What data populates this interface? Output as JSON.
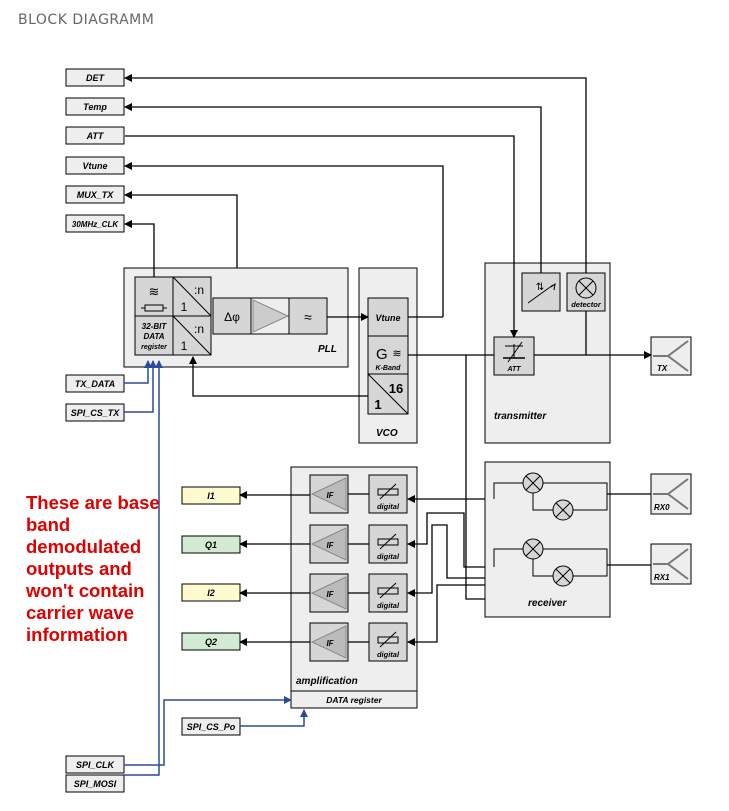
{
  "title": "BLOCK DIAGRAMM",
  "note": "These are base band demodulated outputs and won't contain carrier wave information",
  "colors": {
    "bus": "#2a4a9a",
    "box_fill": "#eeeeee",
    "inner_fill": "#d6d6d6",
    "triangle": "#bbbbbb",
    "out_yellow": "#fffbd1",
    "out_green": "#d3ecd1",
    "note": "#e00000"
  },
  "signals_left": {
    "det": "DET",
    "temp": "Temp",
    "att": "ATT",
    "vtune": "Vtune",
    "mux_tx": "MUX_TX",
    "clk": "30MHz_CLK",
    "tx_data": "TX_DATA",
    "spi_cs_tx": "SPI_CS_TX",
    "spi_cs_po": "SPI_CS_Po",
    "spi_clk": "SPI_CLK",
    "spi_mosi": "SPI_MOSI"
  },
  "outputs": {
    "i1": "I1",
    "q1": "Q1",
    "i2": "I2",
    "q2": "Q2"
  },
  "pll": {
    "label": "PLL",
    "register_line1": "32-BIT",
    "register_line2": "DATA",
    "register_line3": "register",
    "divider": ":n",
    "one": "1",
    "phase": "Δφ"
  },
  "vco": {
    "label": "VCO",
    "vtune": "Vtune",
    "g": "G",
    "kband": "K-Band",
    "div_num": "1",
    "div_den": "16"
  },
  "transmitter": {
    "label": "transmitter",
    "att": "ATT",
    "detector": "detector",
    "antenna": "TX"
  },
  "receiver": {
    "label": "receiver",
    "rx0": "RX0",
    "rx1": "RX1"
  },
  "amplification": {
    "label": "amplification",
    "register": "DATA  register",
    "if_label": "IF",
    "digital_label": "digital"
  }
}
